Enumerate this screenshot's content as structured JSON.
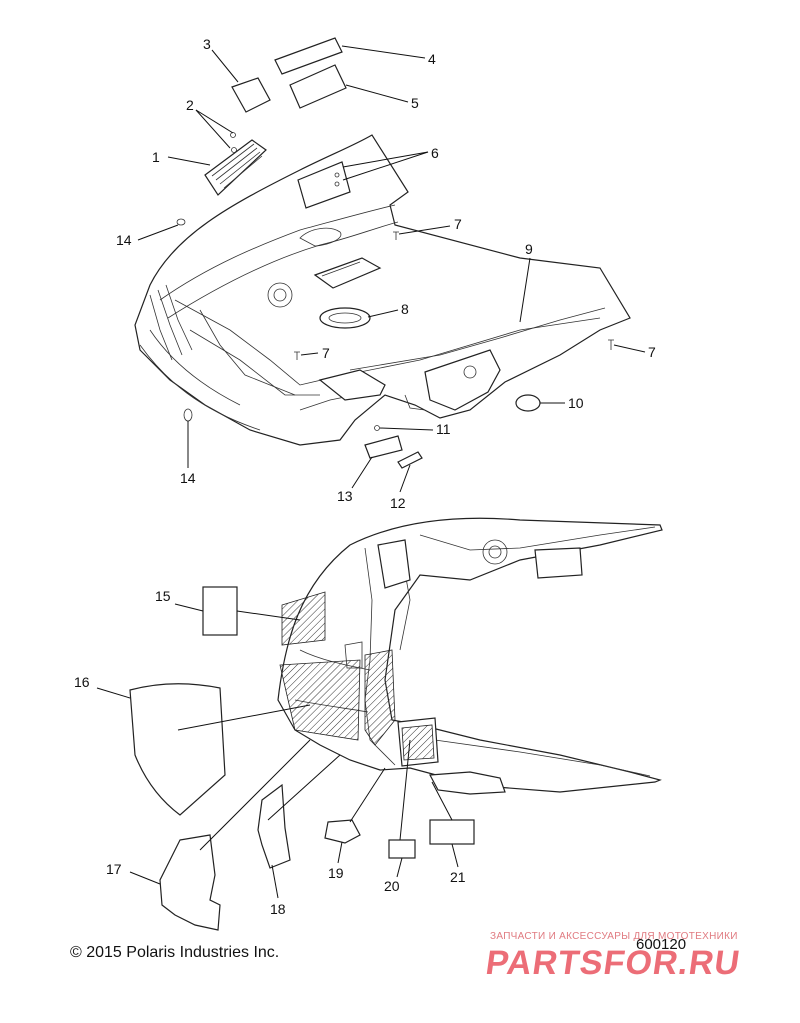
{
  "callouts": [
    {
      "id": "c1",
      "text": "1"
    },
    {
      "id": "c2",
      "text": "2"
    },
    {
      "id": "c3",
      "text": "3"
    },
    {
      "id": "c4",
      "text": "4"
    },
    {
      "id": "c5",
      "text": "5"
    },
    {
      "id": "c6",
      "text": "6"
    },
    {
      "id": "c7a",
      "text": "7"
    },
    {
      "id": "c7b",
      "text": "7"
    },
    {
      "id": "c7c",
      "text": "7"
    },
    {
      "id": "c8",
      "text": "8"
    },
    {
      "id": "c9",
      "text": "9"
    },
    {
      "id": "c10",
      "text": "10"
    },
    {
      "id": "c11",
      "text": "11"
    },
    {
      "id": "c12",
      "text": "12"
    },
    {
      "id": "c13",
      "text": "13"
    },
    {
      "id": "c14a",
      "text": "14"
    },
    {
      "id": "c14b",
      "text": "14"
    },
    {
      "id": "c15",
      "text": "15"
    },
    {
      "id": "c16",
      "text": "16"
    },
    {
      "id": "c17",
      "text": "17"
    },
    {
      "id": "c18",
      "text": "18"
    },
    {
      "id": "c19",
      "text": "19"
    },
    {
      "id": "c20",
      "text": "20"
    },
    {
      "id": "c21",
      "text": "21"
    }
  ],
  "copyright": "© 2015 Polaris Industries Inc.",
  "drawing_number": "600120",
  "watermark": {
    "tagline": "ЗАПЧАСТИ И АКСЕССУАРЫ ДЛЯ МОТОТЕХНИКИ",
    "brand": "PARTSFOR.RU",
    "color": "#e63d4a"
  }
}
